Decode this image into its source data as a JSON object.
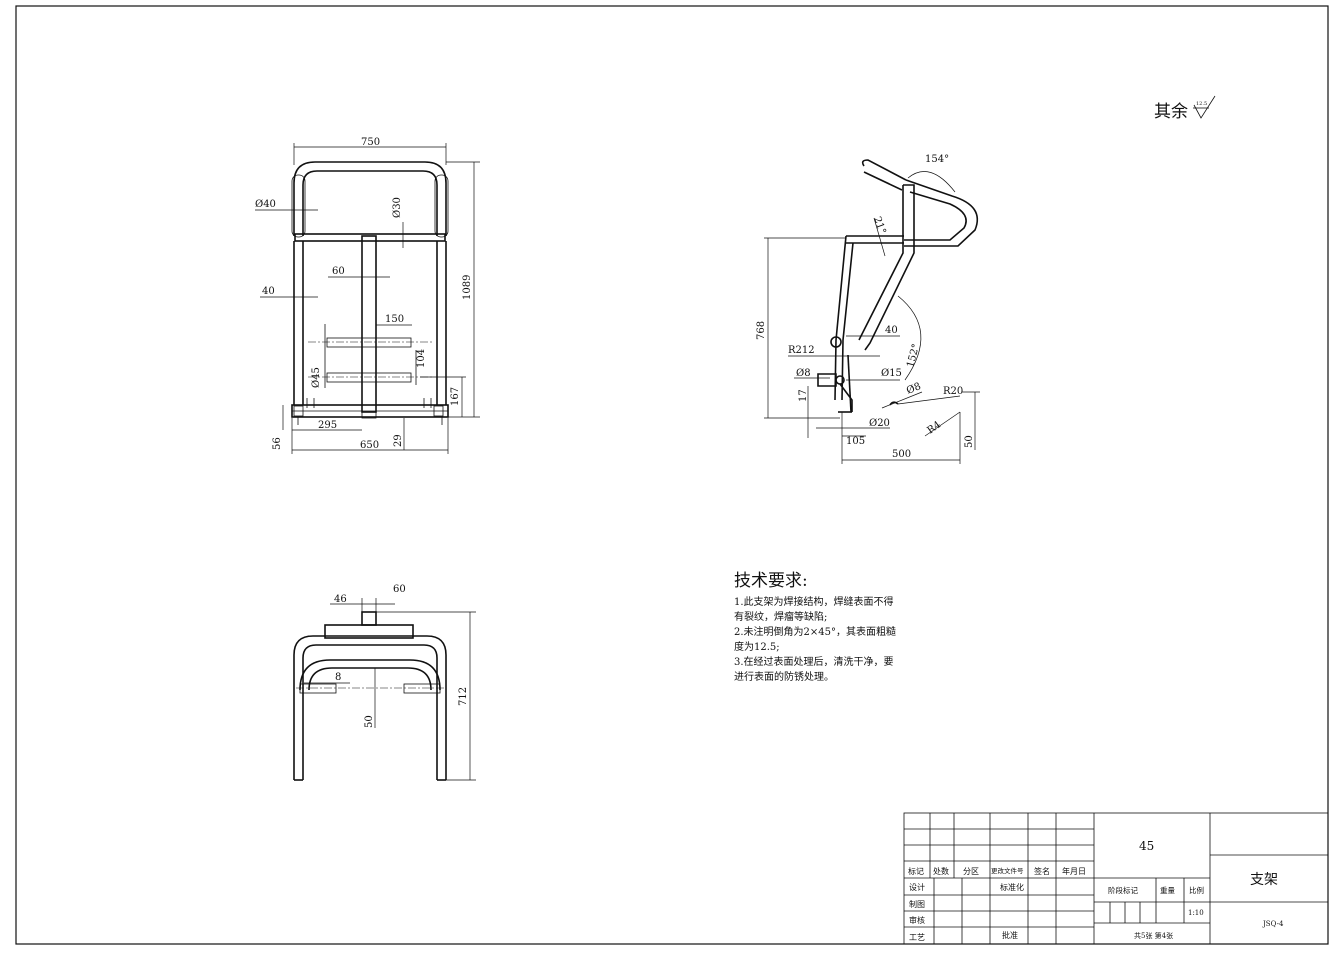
{
  "sheet": {
    "surface_note": "其余",
    "roughness_value": "12.5"
  },
  "front_view": {
    "dims": {
      "width_top": "750",
      "tube_od": "Ø40",
      "tube_id": "Ø30",
      "height": "1089",
      "post_width": "60",
      "side_40": "40",
      "arm_150": "150",
      "pin_d45": "Ø45",
      "gap_104": "104",
      "h_167": "167",
      "base_295": "295",
      "base_650": "650",
      "base_29": "29",
      "foot_56": "56"
    }
  },
  "side_view": {
    "dims": {
      "angle_154": "154°",
      "angle_21": "21°",
      "height_768": "768",
      "len_40": "40",
      "r212": "R212",
      "angle_152": "152°",
      "d8_left": "Ø8",
      "d15": "Ø15",
      "d8_right": "Ø8",
      "r20": "R20",
      "h_17": "17",
      "d20": "Ø20",
      "r4": "R4",
      "w_105": "105",
      "w_500": "500",
      "h_50": "50"
    }
  },
  "top_view": {
    "dims": {
      "w_46": "46",
      "w_60": "60",
      "d_8": "8",
      "h_50": "50",
      "h_712": "712"
    }
  },
  "tech": {
    "title": "技术要求:",
    "lines": [
      "1.此支架为焊接结构，焊缝表面不得",
      "有裂纹，焊瘤等缺陷;",
      "2.未注明倒角为2×45°，其表面粗糙",
      "度为12.5;",
      "3.在经过表面处理后，清洗干净，要",
      "进行表面的防锈处理。"
    ]
  },
  "title_block": {
    "material": "45",
    "part_name": "支架",
    "drawing_no": "JSQ-4",
    "scale": "1:10",
    "sheet_count": "共5张  第4张",
    "headers": {
      "mark": "标记",
      "count": "处数",
      "zone": "分区",
      "change_no": "更改文件号",
      "sign": "签名",
      "date": "年月日",
      "design": "设计",
      "standard": "标准化",
      "draw": "制图",
      "check": "审核",
      "process": "工艺",
      "approve": "批准",
      "stage": "阶段标记",
      "weight": "重量",
      "ratio": "比例"
    }
  }
}
